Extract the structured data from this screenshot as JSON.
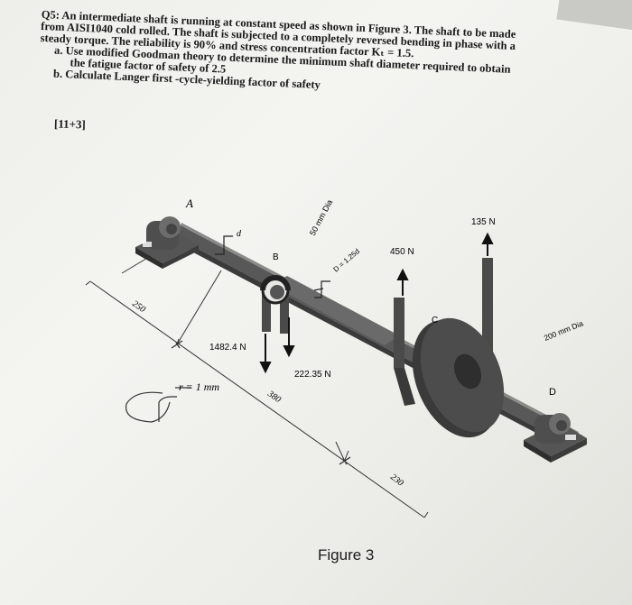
{
  "question": {
    "line1": "Q5: An intermediate shaft is running at constant speed as shown in Figure 3. The shaft to be made",
    "line2": "from AISI1040 cold rolled. The shaft is subjected to a completely reversed bending in phase with a",
    "line3": "steady torque. The reliability is 90% and stress concentration factor Kₜ = 1.5.",
    "item_a_marker": "a.",
    "item_a_text": "Use modified Goodman theory to determine the minimum shaft diameter required to obtain",
    "item_a_cont": "the fatigue factor of safety of 2.5",
    "item_b_marker": "b.",
    "item_b_text": "Calculate Langer first -cycle-yielding factor of safety",
    "marks": "[11+3]"
  },
  "figure": {
    "caption": "Figure 3",
    "labels": {
      "A": "A",
      "B": "B",
      "C": "C",
      "D": "D",
      "d": "d",
      "shaft_dia": "50 mm Dia",
      "D_ratio": "D = 1.25d",
      "pulley_dia": "200 mm Dia",
      "fillet_r": "r = 1 mm",
      "force_1482": "1482.4 N",
      "force_222": "222.35 N",
      "force_450": "450 N",
      "force_135": "135 N",
      "dim_250": "250",
      "dim_380": "380",
      "dim_230": "230"
    }
  }
}
